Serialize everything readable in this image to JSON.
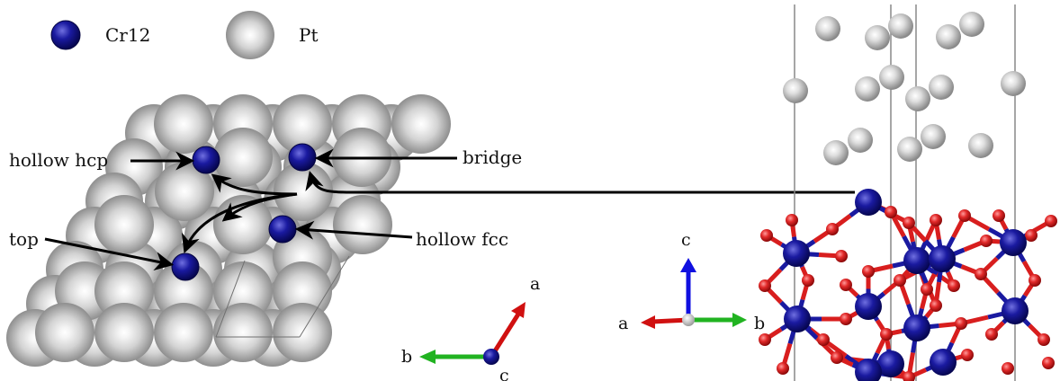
{
  "legend": {
    "items": [
      {
        "label": "Cr12",
        "color": "#0a0a8c"
      },
      {
        "label": "Pt",
        "color": "#cfcfcf"
      }
    ]
  },
  "sites": {
    "hollow_hcp": "hollow hcp",
    "bridge": "bridge",
    "top": "top",
    "hollow_fcc": "hollow fcc"
  },
  "axes_top": {
    "a": "a",
    "b": "b",
    "c": "c"
  },
  "axes_side": {
    "a": "a",
    "b": "b",
    "c": "c"
  },
  "colors": {
    "cr": "#0a0a8c",
    "oxygen": "#d81e1e",
    "pt": "#cfcfcf",
    "axis_a": "#d01010",
    "axis_b": "#21b321",
    "axis_c": "#1010e0",
    "arrow": "#000000"
  }
}
